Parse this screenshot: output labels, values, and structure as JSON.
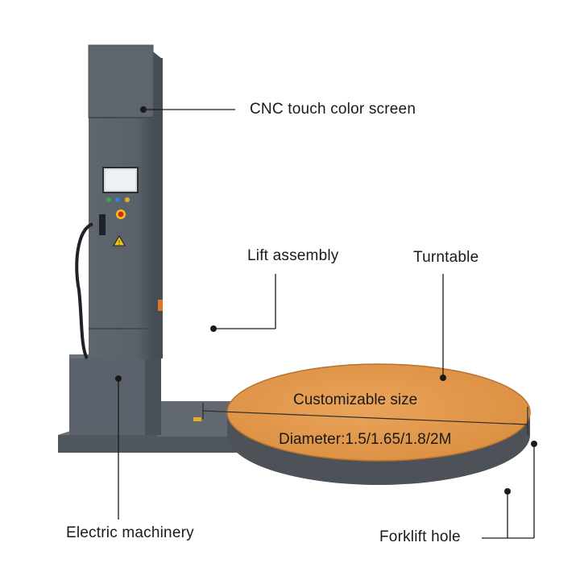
{
  "labels": {
    "cnc_screen": "CNC touch color screen",
    "lift_assembly": "Lift assembly",
    "turntable": "Turntable",
    "electric_machinery": "Electric machinery",
    "forklift_hole": "Forklift hole"
  },
  "turntable_text": {
    "line1": "Customizable size",
    "line2": "Diameter:1.5/1.65/1.8/2M"
  },
  "colors": {
    "machine_body": "#5b626b",
    "machine_dark": "#3f454c",
    "turntable_top": "#e39a4c",
    "turntable_edge": "#4c5258",
    "leader_line": "#1a1a1a"
  },
  "icons": [
    "touch-screen-icon",
    "emergency-stop-icon",
    "warning-icon",
    "key-switch-icon"
  ]
}
